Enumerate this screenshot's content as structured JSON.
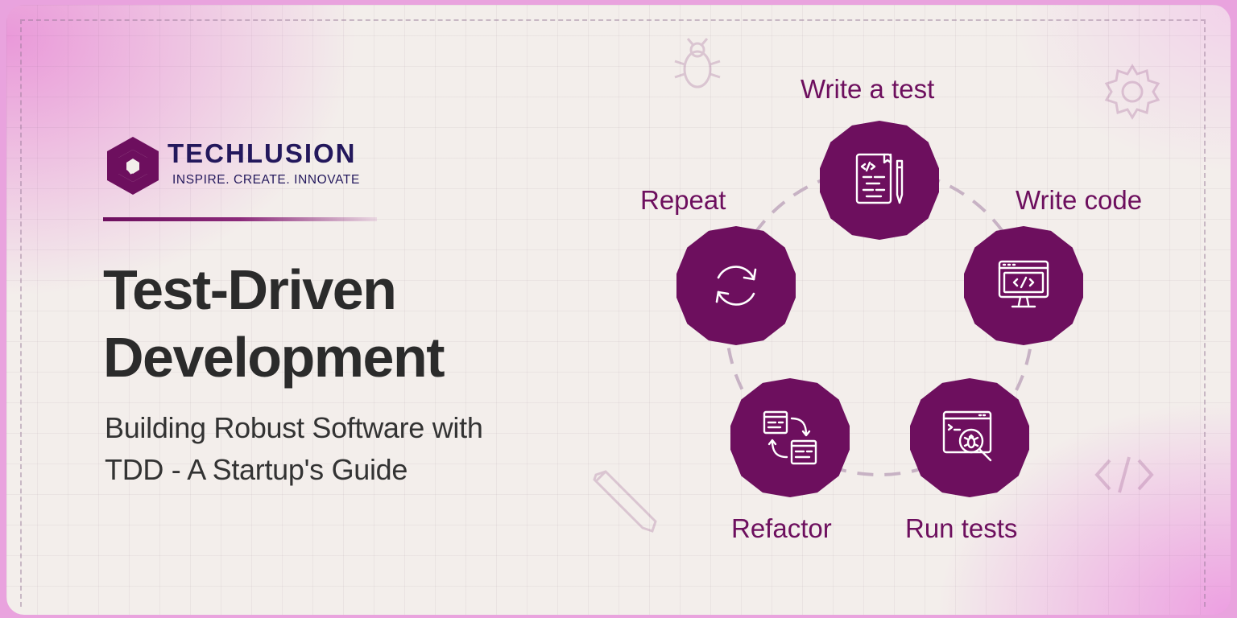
{
  "brand": {
    "name": "TECHLUSION",
    "tagline": "INSPIRE. CREATE. INNOVATE",
    "color": "#23185c"
  },
  "title_lines": [
    "Test-Driven",
    "Development"
  ],
  "subtitle_lines": [
    "Building Robust Software with",
    "TDD - A Startup's Guide"
  ],
  "accent_color": "#6d0f5e",
  "cycle": {
    "steps": [
      {
        "label": "Write a test",
        "icon": "document-code-pencil-icon"
      },
      {
        "label": "Write code",
        "icon": "monitor-code-icon"
      },
      {
        "label": "Run tests",
        "icon": "browser-bug-magnifier-icon"
      },
      {
        "label": "Refactor",
        "icon": "windows-swap-arrows-icon"
      },
      {
        "label": "Repeat",
        "icon": "refresh-icon"
      }
    ]
  },
  "decorative_icons": [
    "bug-icon",
    "gear-icon",
    "pencil-icon",
    "code-brackets-icon"
  ]
}
